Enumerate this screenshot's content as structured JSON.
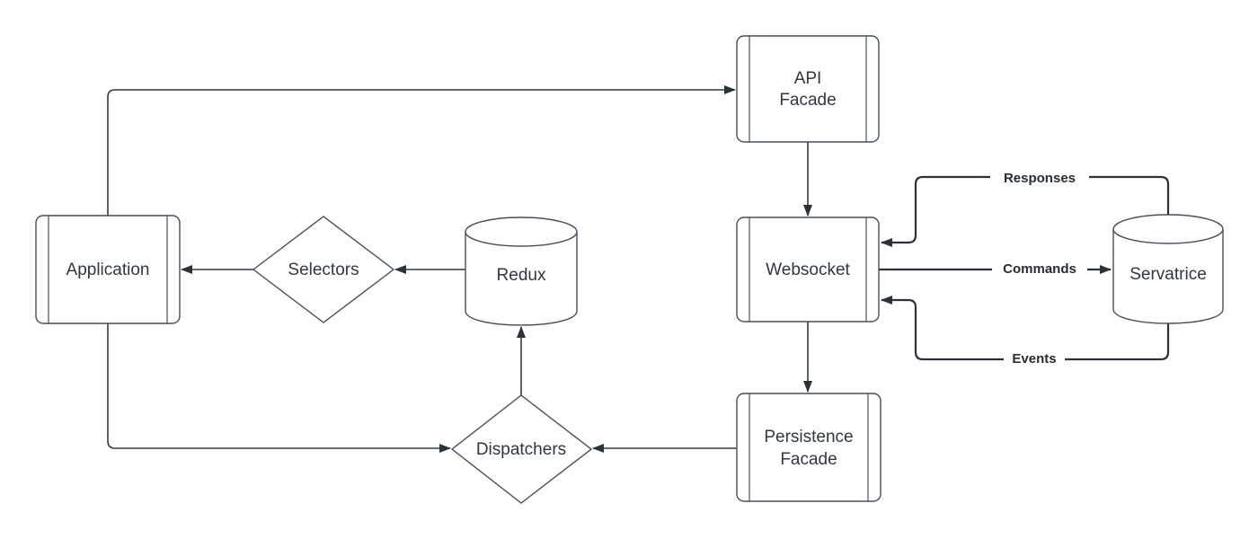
{
  "diagram": {
    "background_color": "#ffffff",
    "stroke_color": "#303a47",
    "text_color": "#2e3744",
    "nodes": {
      "application": {
        "label": "Application",
        "shape": "process"
      },
      "api_facade": {
        "line1": "API",
        "line2": "Facade",
        "shape": "process"
      },
      "websocket": {
        "label": "Websocket",
        "shape": "process"
      },
      "persistence_facade": {
        "line1": "Persistence",
        "line2": "Facade",
        "shape": "process"
      },
      "selectors": {
        "label": "Selectors",
        "shape": "diamond"
      },
      "dispatchers": {
        "label": "Dispatchers",
        "shape": "diamond"
      },
      "redux": {
        "label": "Redux",
        "shape": "cylinder"
      },
      "servatrice": {
        "label": "Servatrice",
        "shape": "cylinder"
      }
    },
    "edge_labels": {
      "responses": "Responses",
      "commands": "Commands",
      "events": "Events"
    },
    "edges": [
      {
        "from": "application",
        "to": "api_facade",
        "label": ""
      },
      {
        "from": "api_facade",
        "to": "websocket",
        "label": ""
      },
      {
        "from": "websocket",
        "to": "persistence_facade",
        "label": ""
      },
      {
        "from": "persistence_facade",
        "to": "dispatchers",
        "label": ""
      },
      {
        "from": "dispatchers",
        "to": "redux",
        "label": ""
      },
      {
        "from": "redux",
        "to": "selectors",
        "label": ""
      },
      {
        "from": "selectors",
        "to": "application",
        "label": ""
      },
      {
        "from": "application",
        "to": "dispatchers",
        "label": ""
      },
      {
        "from": "websocket",
        "to": "servatrice",
        "label": "Commands"
      },
      {
        "from": "servatrice",
        "to": "websocket",
        "label": "Responses"
      },
      {
        "from": "servatrice",
        "to": "websocket",
        "label": "Events"
      }
    ]
  }
}
